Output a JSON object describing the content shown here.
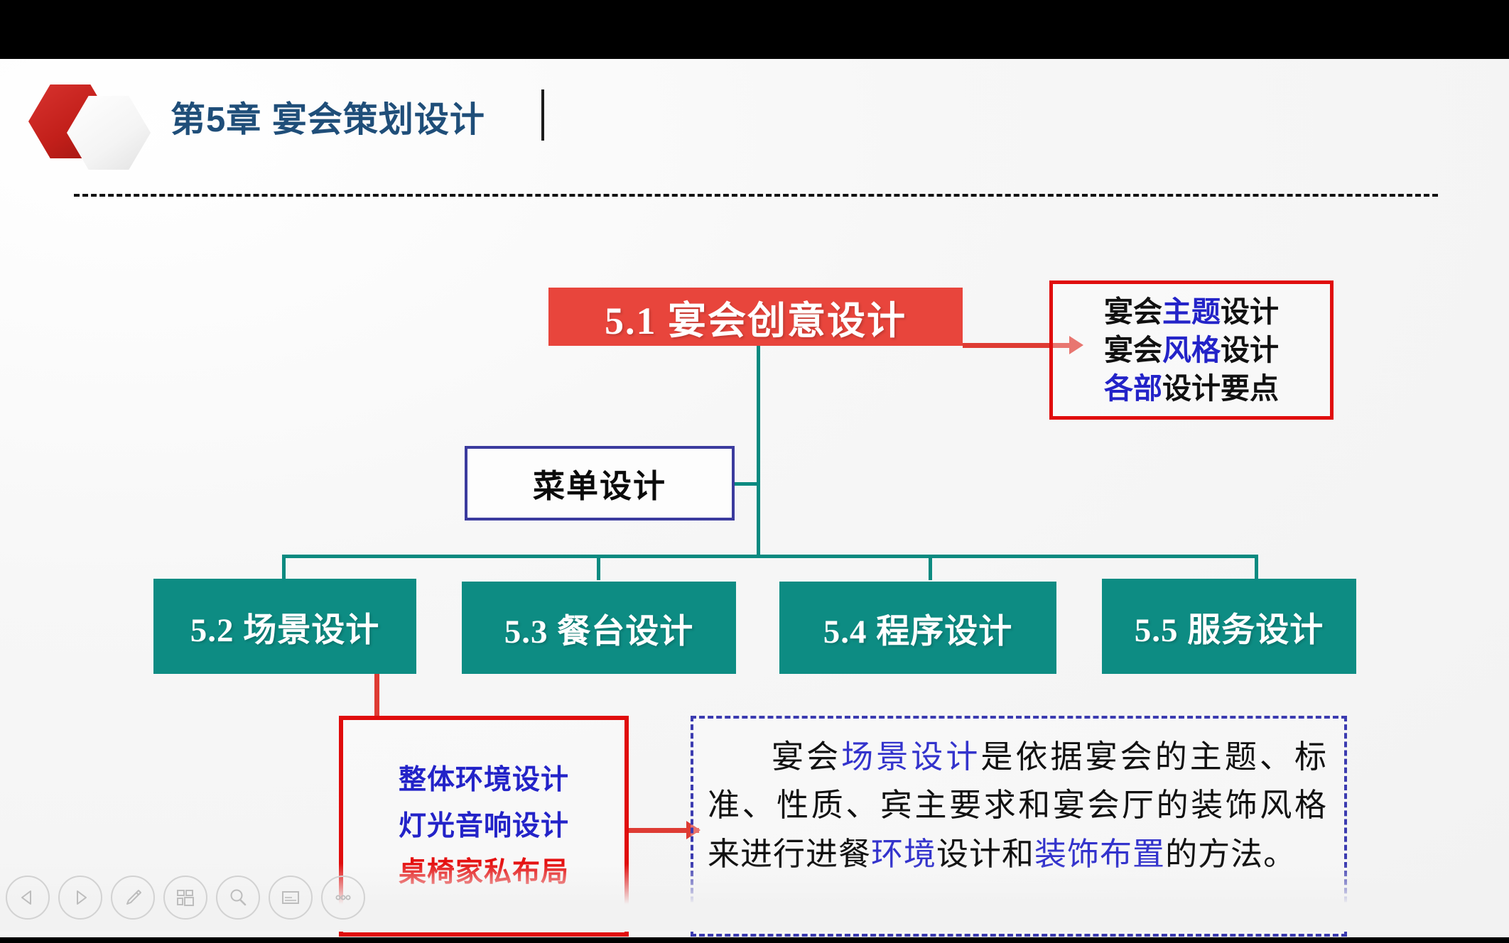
{
  "slide": {
    "chapter_title": "第5章 宴会策划设计",
    "logo_icon": "hexagon-logo-icon"
  },
  "nodes": {
    "root": {
      "label": "5.1 宴会创意设计"
    },
    "menu": {
      "label": "菜单设计"
    },
    "sections": [
      {
        "label": "5.2 场景设计"
      },
      {
        "label": "5.3 餐台设计"
      },
      {
        "label": "5.4 程序设计"
      },
      {
        "label": "5.5 服务设计"
      }
    ]
  },
  "creative_points": {
    "rows": [
      {
        "pre": "宴会",
        "hi": "主题",
        "post": "设计"
      },
      {
        "pre": "宴会",
        "hi": "风格",
        "post": "设计"
      },
      {
        "pre": "",
        "hi": "各部",
        "post": "设计要点"
      }
    ]
  },
  "scene_points": {
    "rows": [
      {
        "text": "整体环境设计",
        "color": "blue"
      },
      {
        "text": "灯光音响设计",
        "color": "blue"
      },
      {
        "text": "桌椅家私布局",
        "color": "red"
      }
    ]
  },
  "definition": {
    "seg1": "宴会",
    "hi1": "场景设计",
    "seg2": "是依据宴会的主题、标准、性质、宾主要求和宴会厅的装饰风格来进行进餐",
    "hi2": "环境",
    "seg3": "设计和",
    "hi3": "装饰布置",
    "seg4": "的方法。"
  },
  "toolbar": {
    "buttons": [
      {
        "name": "previous-slide-button",
        "icon": "triangle-left-icon"
      },
      {
        "name": "next-slide-button",
        "icon": "triangle-right-icon"
      },
      {
        "name": "pen-tool-button",
        "icon": "pen-icon"
      },
      {
        "name": "slide-overview-button",
        "icon": "grid-slides-icon"
      },
      {
        "name": "zoom-button",
        "icon": "magnifier-icon"
      },
      {
        "name": "subtitles-button",
        "icon": "caption-icon"
      },
      {
        "name": "more-options-button",
        "icon": "ellipsis-icon"
      }
    ]
  },
  "colors": {
    "red_accent": "#e8453c",
    "teal_accent": "#0d8c83",
    "blue_highlight": "#2323c8",
    "title_blue": "#1f4e79",
    "border_red": "#e00c0c",
    "border_navy": "#3b3b9e"
  }
}
